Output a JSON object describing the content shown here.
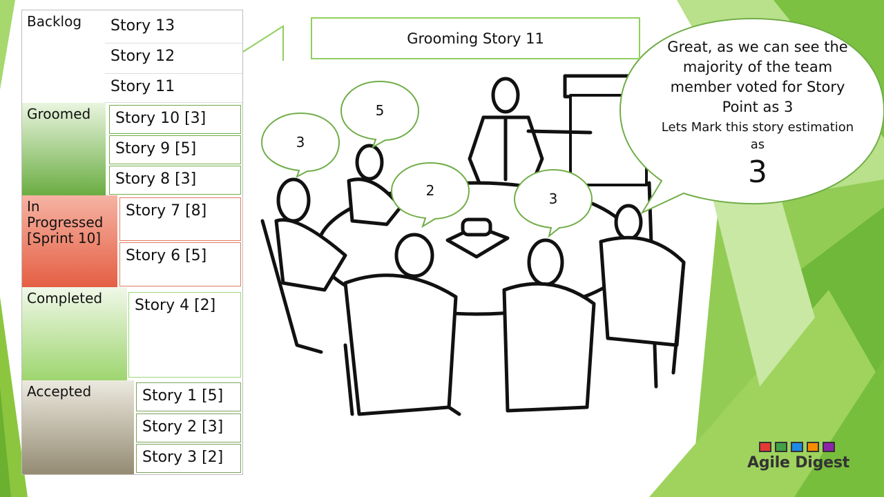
{
  "title": "Grooming Story 11",
  "board": {
    "lanes": [
      {
        "id": "backlog",
        "label": "Backlog",
        "cards": [
          "Story 13",
          "Story 12",
          "Story 11"
        ]
      },
      {
        "id": "groomed",
        "label": "Groomed",
        "cards": [
          "Story 10 [3]",
          "Story 9 [5]",
          "Story 8 [3]"
        ]
      },
      {
        "id": "progress",
        "label": "In\nProgressed\n[Sprint 10]",
        "cards": [
          "Story 7 [8]",
          "Story 6 [5]"
        ]
      },
      {
        "id": "completed",
        "label": "Completed",
        "cards": [
          "Story 4 [2]"
        ]
      },
      {
        "id": "accepted",
        "label": "Accepted",
        "cards": [
          "Story 1 [5]",
          "Story 2 [3]",
          "Story 3 [2]"
        ]
      }
    ]
  },
  "votes": [
    "3",
    "5",
    "2",
    "3"
  ],
  "speech": {
    "main": "Great, as we can see the majority of the team member voted for Story Point as 3",
    "sub": "Lets Mark this story estimation as",
    "value": "3"
  },
  "logo": {
    "text": "Agile Digest",
    "colors": [
      "#e53935",
      "#43a047",
      "#1e88e5",
      "#fb8c00",
      "#8e24aa"
    ]
  },
  "colors": {
    "groomed": "#70ad47",
    "progress": "#e8735a",
    "completed": "#9ed56f",
    "accepted": "#9e9680",
    "accent_border": "#8ecf5f"
  }
}
